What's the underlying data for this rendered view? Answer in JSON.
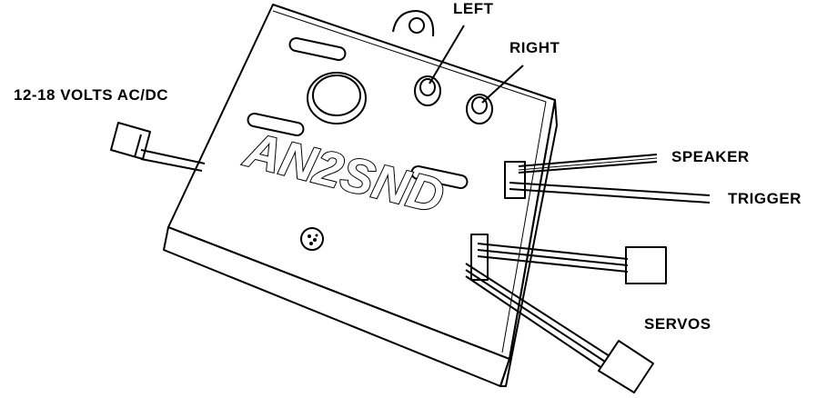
{
  "diagram": {
    "device_label": "AN2SND",
    "labels": {
      "power": "12-18 VOLTS AC/DC",
      "left": "LEFT",
      "right": "RIGHT",
      "speaker": "SPEAKER",
      "trigger": "TRIGGER",
      "servos": "SERVOS"
    },
    "colors": {
      "outline": "#000000",
      "fill": "#ffffff"
    }
  }
}
